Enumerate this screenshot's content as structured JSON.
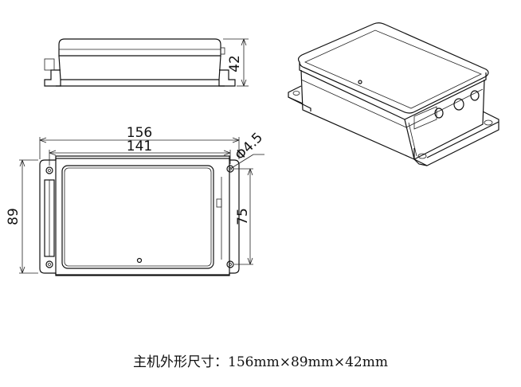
{
  "dimensions": {
    "height": "42",
    "width_total": "156",
    "width_inner": "141",
    "hole_diameter": "Φ4.5",
    "depth": "89",
    "hole_spacing": "75"
  },
  "caption": "主机外形尺寸：156mm×89mm×42mm"
}
